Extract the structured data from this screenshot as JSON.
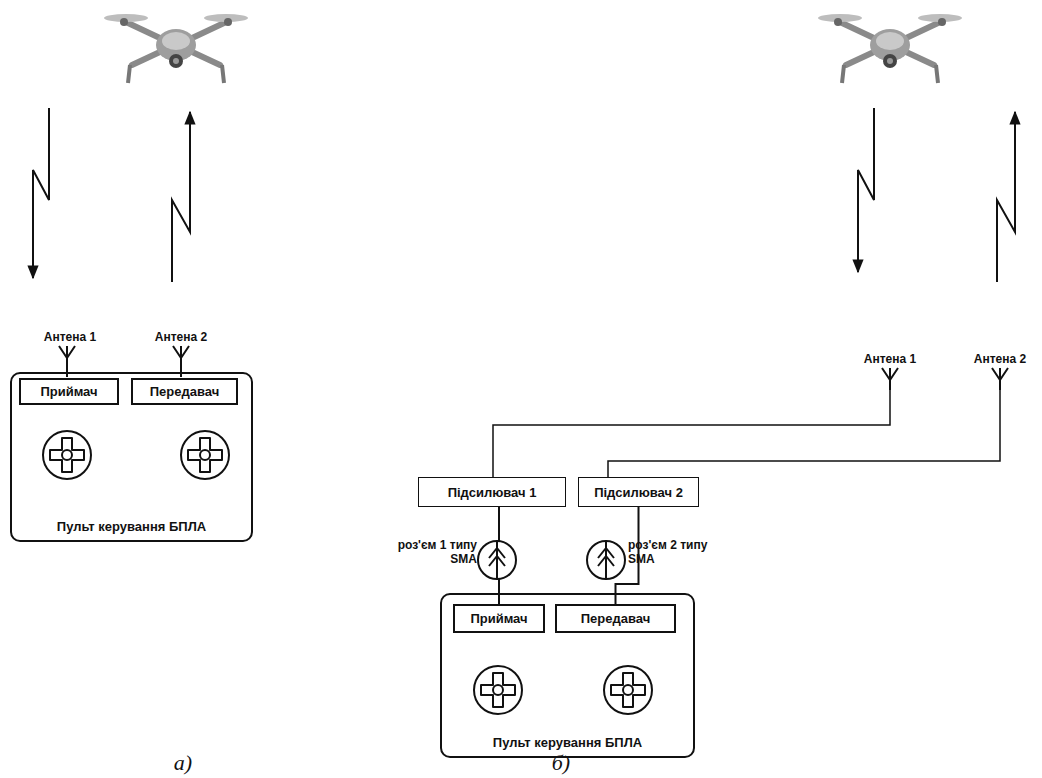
{
  "diagram": {
    "nodes": [
      {
        "text": [
          "Пульт керування БПЛА"
        ]
      },
      {
        "text": [
          "Приймач"
        ],
        "in": 0
      },
      {
        "text": [
          "Передавач"
        ],
        "in": 0
      },
      {
        "text": [
          "Підсилювач 1"
        ]
      },
      {
        "text": [
          "Підсилювач 2"
        ]
      },
      {
        "text": [
          "Пульт керування БПЛА"
        ]
      },
      {
        "text": [
          "Приймач"
        ],
        "in": 5
      },
      {
        "text": [
          "Передавач"
        ],
        "in": 5
      }
    ],
    "edges": [
      {
        "from": 6,
        "to": 3,
        "arrow": "none"
      },
      {
        "from": 7,
        "to": 4,
        "arrow": "none"
      }
    ],
    "labels": [
      "Антена 1",
      "Антена 2",
      "Антена 1",
      "Антена 2",
      "роз'єм 1 типу SMA",
      "роз'єм 2 типу SMA",
      "а)",
      "б)"
    ]
  }
}
